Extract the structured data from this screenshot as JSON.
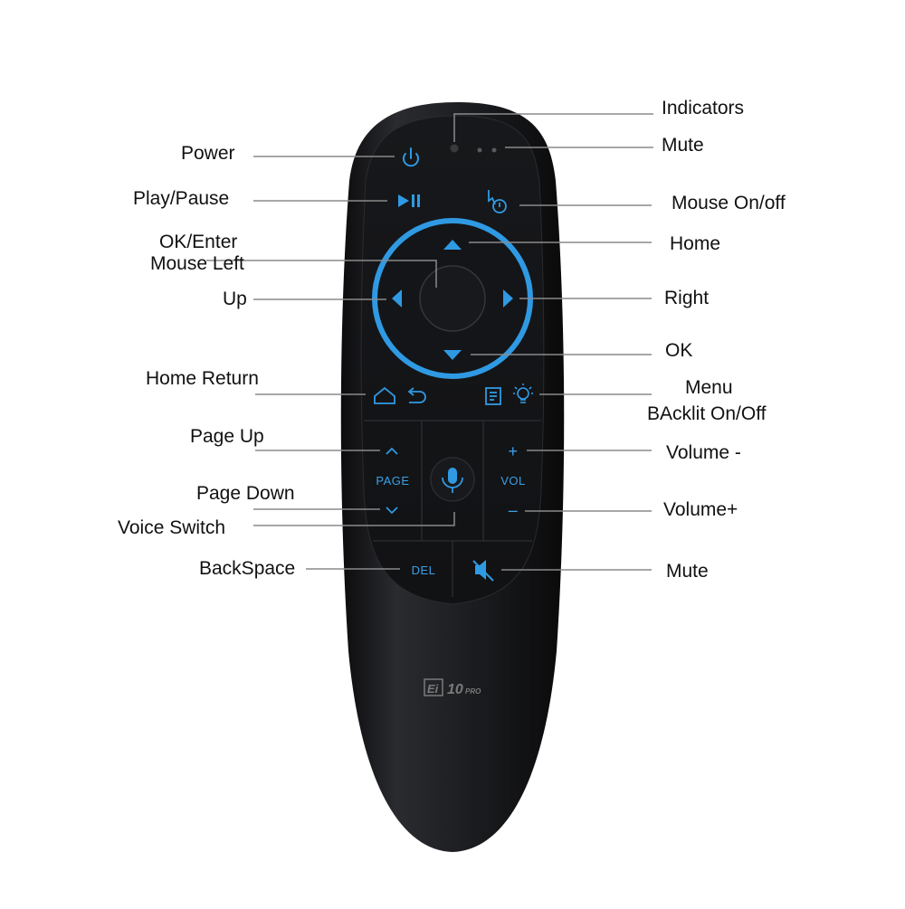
{
  "colors": {
    "accent": "#2f9ae3",
    "remote_body": "#1c1d20",
    "leader_line": "#8a8a8a",
    "label_text": "#111111"
  },
  "callouts_left": {
    "power": "Power",
    "play_pause": "Play/Pause",
    "ok_enter": "OK/Enter",
    "mouse_left": "Mouse Left",
    "up": "Up",
    "home_return": "Home Return",
    "page_up": "Page Up",
    "page_down": "Page Down",
    "voice_switch": "Voice Switch",
    "backspace": "BackSpace"
  },
  "callouts_right": {
    "indicators": "Indicators",
    "mute_top": "Mute",
    "mouse_on_off": "Mouse On/off",
    "home": "Home",
    "right": "Right",
    "ok": "OK",
    "menu": "Menu",
    "backlit": "BAcklit On/Off",
    "volume_minus": "Volume -",
    "volume_plus": "Volume+",
    "mute_bottom": "Mute"
  },
  "remote": {
    "page_label": "PAGE",
    "vol_label": "VOL",
    "del_label": "DEL",
    "plus_sign": "+",
    "minus_sign": "–",
    "brand_mark": "Ei",
    "brand_model": "10",
    "brand_suffix": "PRO"
  }
}
